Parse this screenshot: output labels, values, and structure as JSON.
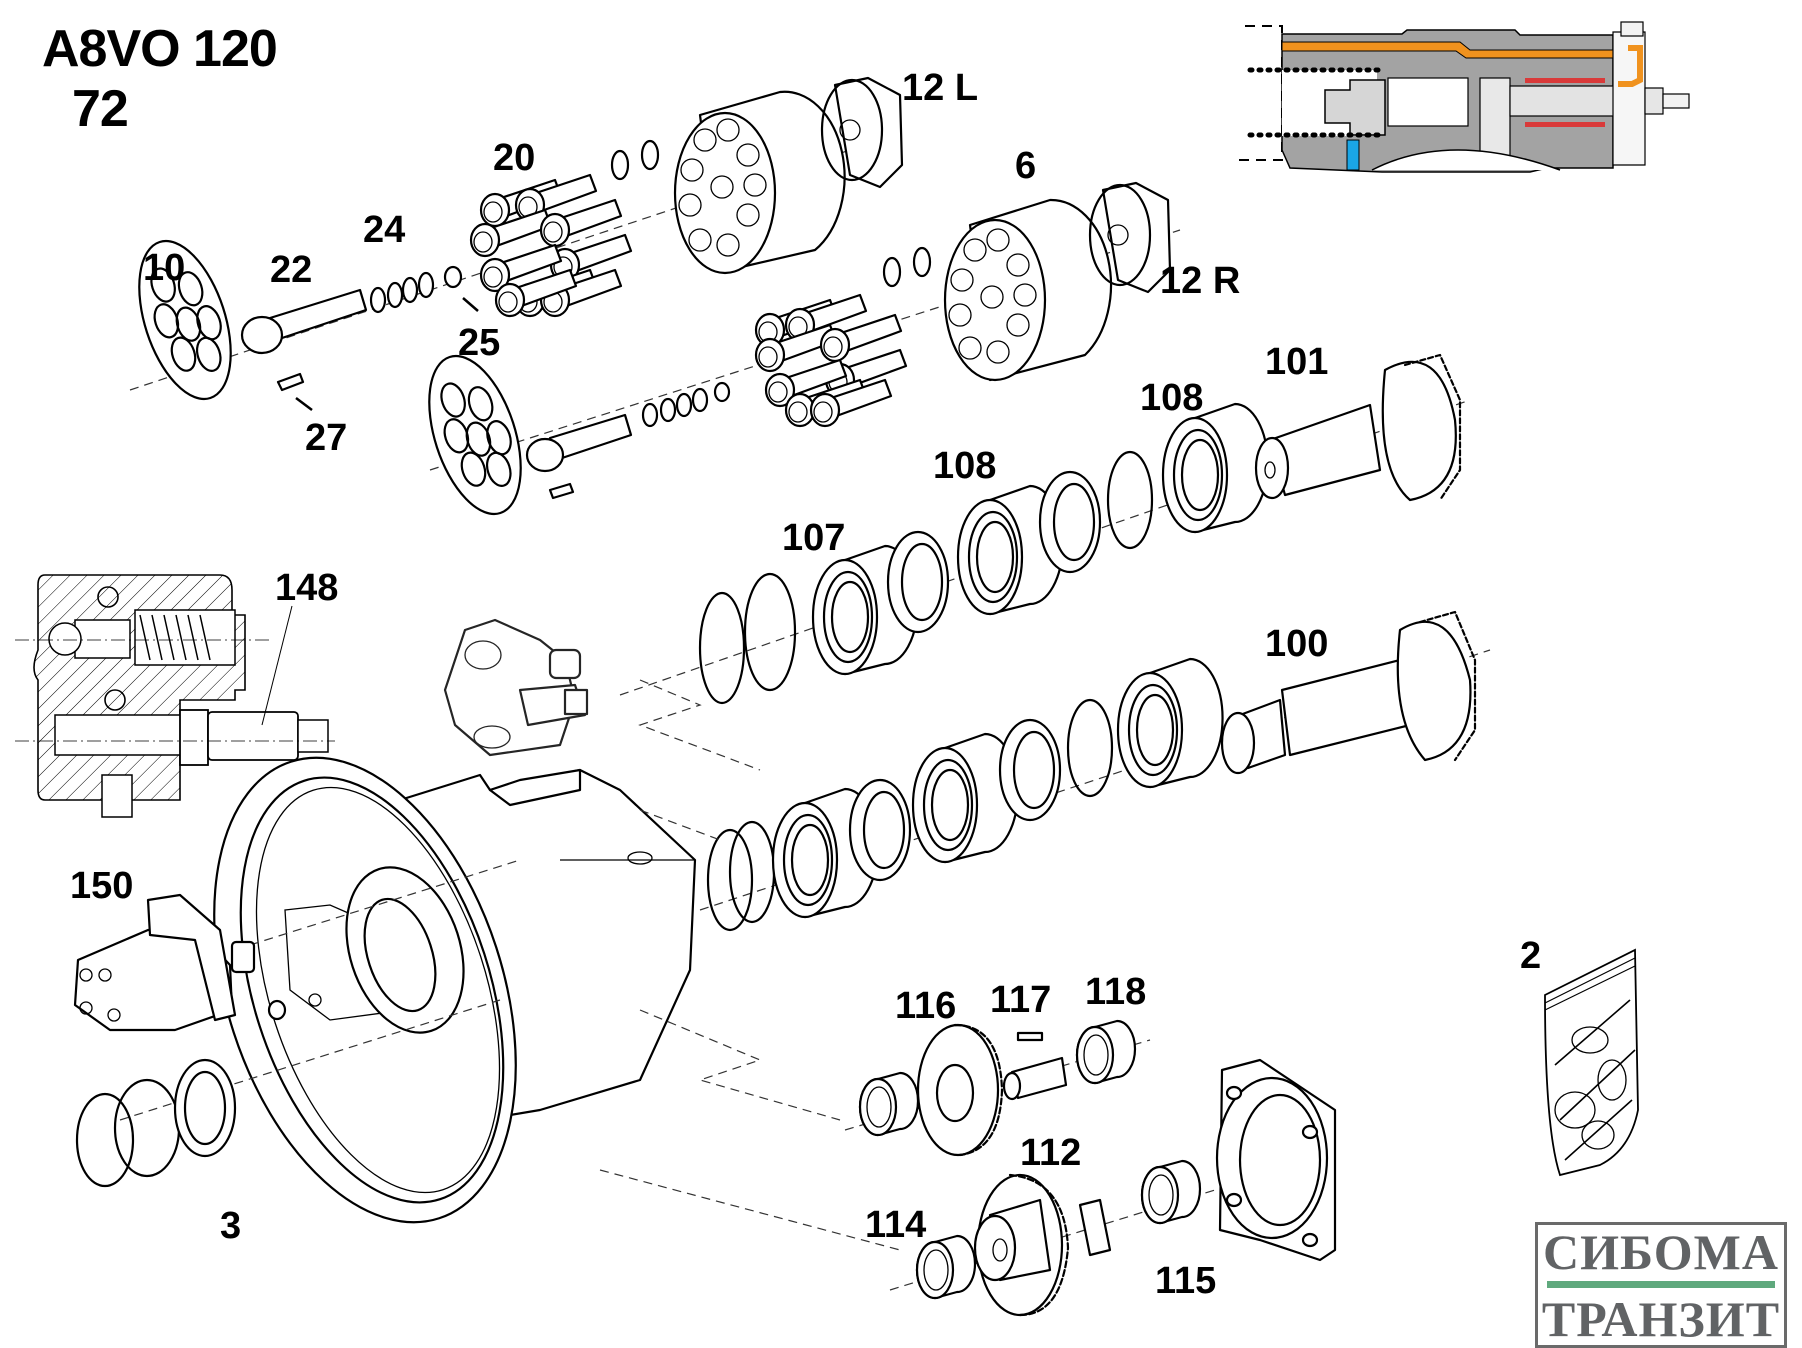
{
  "diagram": {
    "title": "A8VO 120",
    "subtitle": "72",
    "type": "exploded-parts-diagram",
    "colors": {
      "line": "#000000",
      "section_gray": "#a3a3a3",
      "section_light": "#d6d6d6",
      "oil_channel": "#f0921e",
      "seal_red": "#d93a3a",
      "port_blue": "#1aa6e6",
      "logo_text": "#616365",
      "logo_bar": "#5fa97d"
    },
    "parts": [
      {
        "id": "p12L",
        "label": "12 L",
        "name": "control-plate-left"
      },
      {
        "id": "p20",
        "label": "20",
        "name": "piston-set"
      },
      {
        "id": "p6",
        "label": "6",
        "name": "cylinder-block"
      },
      {
        "id": "p24",
        "label": "24",
        "name": "disc-springs"
      },
      {
        "id": "p10",
        "label": "10",
        "name": "retaining-plate"
      },
      {
        "id": "p22",
        "label": "22",
        "name": "center-pin"
      },
      {
        "id": "p12R",
        "label": "12 R",
        "name": "control-plate-right"
      },
      {
        "id": "p25",
        "label": "25",
        "name": "spring-seat"
      },
      {
        "id": "p101",
        "label": "101",
        "name": "drive-shaft-upper"
      },
      {
        "id": "p27",
        "label": "27",
        "name": "screw"
      },
      {
        "id": "p108a",
        "label": "108",
        "name": "bearing-upper-right"
      },
      {
        "id": "p108b",
        "label": "108",
        "name": "bearing-upper-middle"
      },
      {
        "id": "p107",
        "label": "107",
        "name": "bearing-upper-left"
      },
      {
        "id": "p148",
        "label": "148",
        "name": "pressure-control-valve"
      },
      {
        "id": "p100",
        "label": "100",
        "name": "drive-shaft-lower"
      },
      {
        "id": "p150",
        "label": "150",
        "name": "auxiliary-pump"
      },
      {
        "id": "p2",
        "label": "2",
        "name": "seal-kit"
      },
      {
        "id": "p116",
        "label": "116",
        "name": "idler-gear"
      },
      {
        "id": "p117",
        "label": "117",
        "name": "idler-shaft-key"
      },
      {
        "id": "p118",
        "label": "118",
        "name": "needle-bearing-upper"
      },
      {
        "id": "p112",
        "label": "112",
        "name": "pump-drive-gear"
      },
      {
        "id": "p114",
        "label": "114",
        "name": "needle-bearing-left"
      },
      {
        "id": "p115",
        "label": "115",
        "name": "needle-bearing-right"
      },
      {
        "id": "p3",
        "label": "3",
        "name": "shaft-seal-set"
      }
    ]
  },
  "logo": {
    "line1": "СИБОМА",
    "line2": "ТРАНЗИТ"
  }
}
